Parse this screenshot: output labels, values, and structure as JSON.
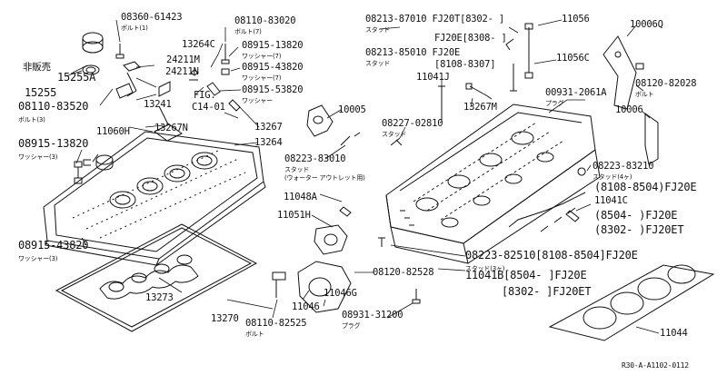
{
  "diagram": {
    "ref_code": "R30-A-A1102-0112",
    "labels": [
      {
        "id": "p08360",
        "text": "08360-61423",
        "sub": "ボルト(1)"
      },
      {
        "id": "p15255a",
        "text": "15255A"
      },
      {
        "id": "hihanbai",
        "text": "非販売"
      },
      {
        "id": "p15255",
        "text": "15255"
      },
      {
        "id": "p08110_83520",
        "text": "08110-83520",
        "sub": "ボルト(3)"
      },
      {
        "id": "p24211m",
        "text": "24211M"
      },
      {
        "id": "p24211n",
        "text": "24211N"
      },
      {
        "id": "p13241",
        "text": "13241"
      },
      {
        "id": "p11060h",
        "text": "11060H"
      },
      {
        "id": "p08915_13820_l",
        "text": "08915-13820",
        "sub": "ワッシャー(3)"
      },
      {
        "id": "p13267n",
        "text": "13267N"
      },
      {
        "id": "p08110_83020",
        "text": "08110-83020",
        "sub": "ボルト(7)"
      },
      {
        "id": "p13264c",
        "text": "13264C"
      },
      {
        "id": "p08915_13820_r",
        "text": "08915-13820",
        "sub": "ワッシャー(7)"
      },
      {
        "id": "p08915_43820_r",
        "text": "08915-43820",
        "sub": "ワッシャー(7)"
      },
      {
        "id": "p08915_53820",
        "text": "08915-53820",
        "sub": "ワッシャー"
      },
      {
        "id": "fig",
        "text": "FIG."
      },
      {
        "id": "fig2",
        "text": "C14-01"
      },
      {
        "id": "p13267",
        "text": "13267"
      },
      {
        "id": "p13264",
        "text": "13264"
      },
      {
        "id": "p08915_43820_l",
        "text": "08915-43820",
        "sub": "ワッシャー(3)"
      },
      {
        "id": "p13273",
        "text": "13273"
      },
      {
        "id": "p13270",
        "text": "13270"
      },
      {
        "id": "p08213_87010",
        "text": "08213-87010 FJ20T[8302-  ]",
        "sub": "スタッド"
      },
      {
        "id": "fj20e_a",
        "text": "FJ20E[8308-  ]"
      },
      {
        "id": "p08213_85010",
        "text": "08213-85010 FJ20E",
        "sub": "スタッド"
      },
      {
        "id": "r8108_8307",
        "text": "[8108-8307]"
      },
      {
        "id": "p11056",
        "text": "11056"
      },
      {
        "id": "p11056c",
        "text": "11056C"
      },
      {
        "id": "p10006q",
        "text": "10006Q"
      },
      {
        "id": "p08120_82028",
        "text": "08120-82028",
        "sub": "ボルト"
      },
      {
        "id": "p11041j",
        "text": "11041J"
      },
      {
        "id": "p13267m",
        "text": "13267M"
      },
      {
        "id": "p00931_2061a",
        "text": "00931-2061A",
        "sub": "プラグ"
      },
      {
        "id": "p10005",
        "text": "10005"
      },
      {
        "id": "p08227_02810",
        "text": "08227-02810",
        "sub": "スタッド"
      },
      {
        "id": "p10006",
        "text": "10006"
      },
      {
        "id": "p08223_83010",
        "text": "08223-83010",
        "sub": "スタッド"
      },
      {
        "id": "water",
        "text": "(ウォーター アウトレット用)"
      },
      {
        "id": "p08223_83210",
        "text": "08223-83210",
        "sub": "スタッド(4ヶ)"
      },
      {
        "id": "r8108_8504a",
        "text": "(8108-8504)FJ20E"
      },
      {
        "id": "p11041c",
        "text": "11041C"
      },
      {
        "id": "r8504a",
        "text": "(8504-    )FJ20E"
      },
      {
        "id": "r8302a",
        "text": "(8302-    )FJ20ET"
      },
      {
        "id": "p11048a",
        "text": "11048A"
      },
      {
        "id": "p11051h",
        "text": "11051H"
      },
      {
        "id": "p08223_82510",
        "text": "08223-82510[8108-8504]FJ20E",
        "sub": "スタッド(3ヶ)"
      },
      {
        "id": "p11041b",
        "text": "11041B[8504-  ]FJ20E"
      },
      {
        "id": "r8302b",
        "text": "[8302-  ]FJ20ET"
      },
      {
        "id": "p08120_82528",
        "text": "08120-82528"
      },
      {
        "id": "p11046g",
        "text": "11046G"
      },
      {
        "id": "p11046",
        "text": "11046"
      },
      {
        "id": "p08110_82525",
        "text": "08110-82525",
        "sub": "ボルト"
      },
      {
        "id": "p08931_31200",
        "text": "08931-31200",
        "sub": "プラグ"
      },
      {
        "id": "p11044",
        "text": "11044"
      }
    ]
  },
  "colors": {
    "ink": "#111111",
    "paper": "#ffffff",
    "sub": "#333333"
  }
}
